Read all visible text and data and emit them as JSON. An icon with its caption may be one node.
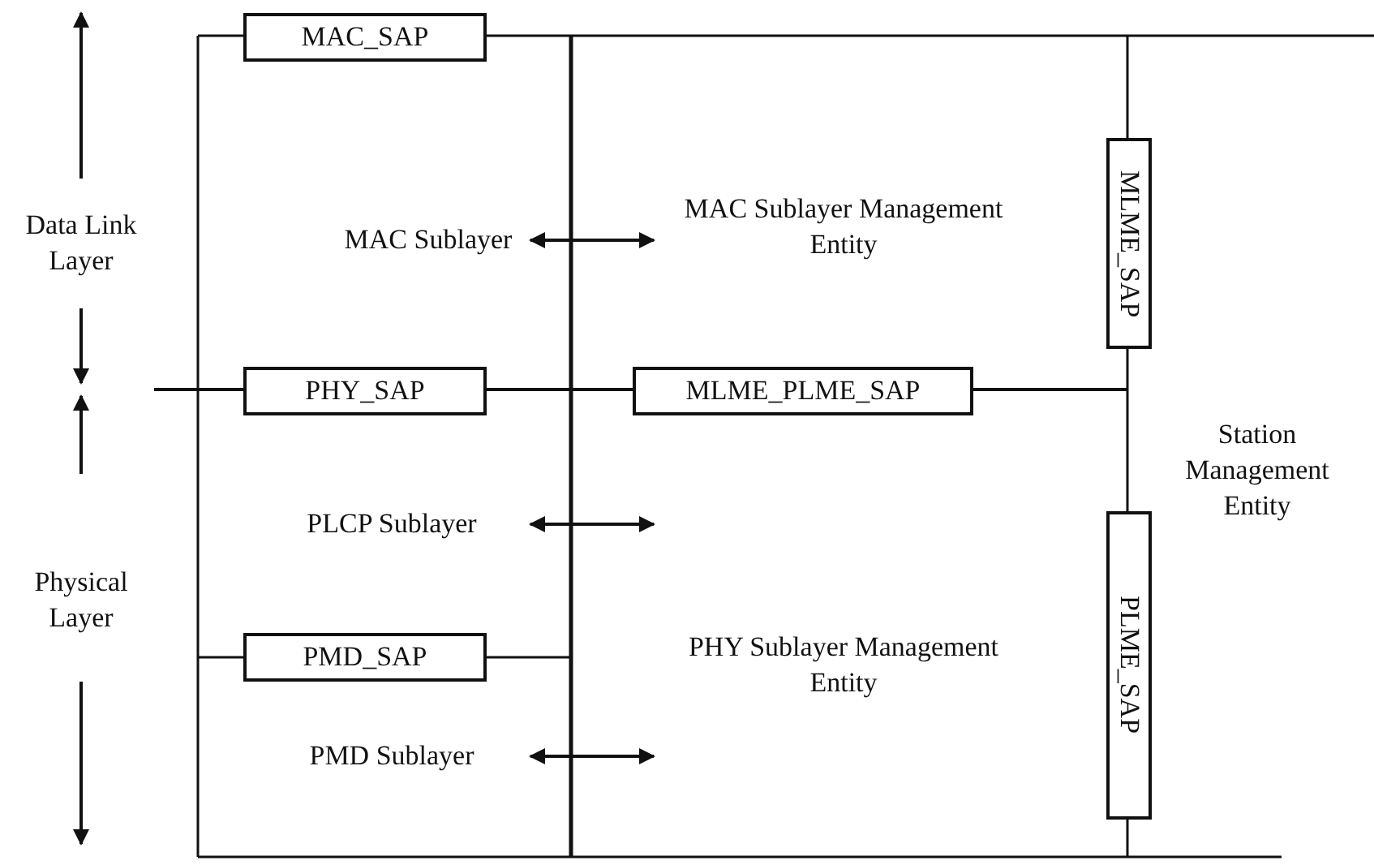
{
  "diagram": {
    "nodes": [
      {
        "text": [
          "Data Link Layer"
        ]
      },
      {
        "text": [
          "Physical Layer"
        ]
      },
      {
        "text": [
          "MAC_SAP"
        ]
      },
      {
        "text": [
          "MAC Sublayer"
        ]
      },
      {
        "text": [
          "MAC Sublayer Management Entity"
        ]
      },
      {
        "text": [
          "MLME_SAP"
        ]
      },
      {
        "text": [
          "PHY_SAP"
        ]
      },
      {
        "text": [
          "MLME_PLME_SAP"
        ]
      },
      {
        "text": [
          "Station Management Entity"
        ]
      },
      {
        "text": [
          "PLCP Sublayer"
        ]
      },
      {
        "text": [
          "PHY Sublayer Management Entity"
        ]
      },
      {
        "text": [
          "PLME_SAP"
        ]
      },
      {
        "text": [
          "PMD_SAP"
        ]
      },
      {
        "text": [
          "PMD Sublayer"
        ]
      }
    ],
    "edges": [
      {
        "from": 3,
        "to": 4,
        "arrow": "both"
      },
      {
        "from": 9,
        "to": 10,
        "arrow": "both"
      },
      {
        "from": 13,
        "to": 10,
        "arrow": "both"
      }
    ]
  }
}
